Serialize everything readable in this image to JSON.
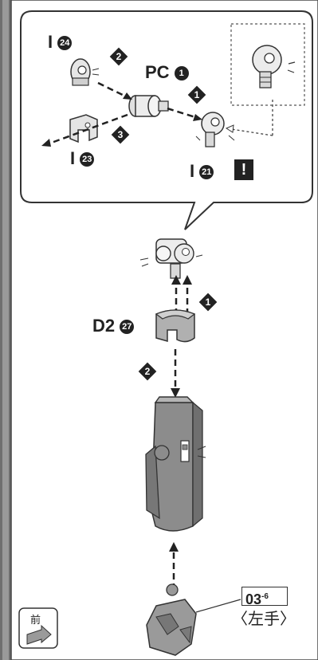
{
  "labels": {
    "part_24": "I",
    "num_24": "24",
    "pc_part": "PC",
    "pc_num": "1",
    "part_23": "I",
    "num_23": "23",
    "part_21": "I",
    "num_21": "21",
    "warning": "!",
    "d2_part": "D2",
    "d2_num": "27",
    "ref_code": "03",
    "ref_sub": "-6",
    "hand_label": "〈左手〉",
    "front_label": "前"
  },
  "steps": {
    "upper_1": "1",
    "upper_2": "2",
    "upper_3": "3",
    "lower_1": "1",
    "lower_2": "2"
  },
  "colors": {
    "ink": "#222222",
    "part_gray": "#8c8c8c",
    "part_light": "#d9d9d9",
    "panel_bg": "#ffffff",
    "border": "#333333"
  }
}
